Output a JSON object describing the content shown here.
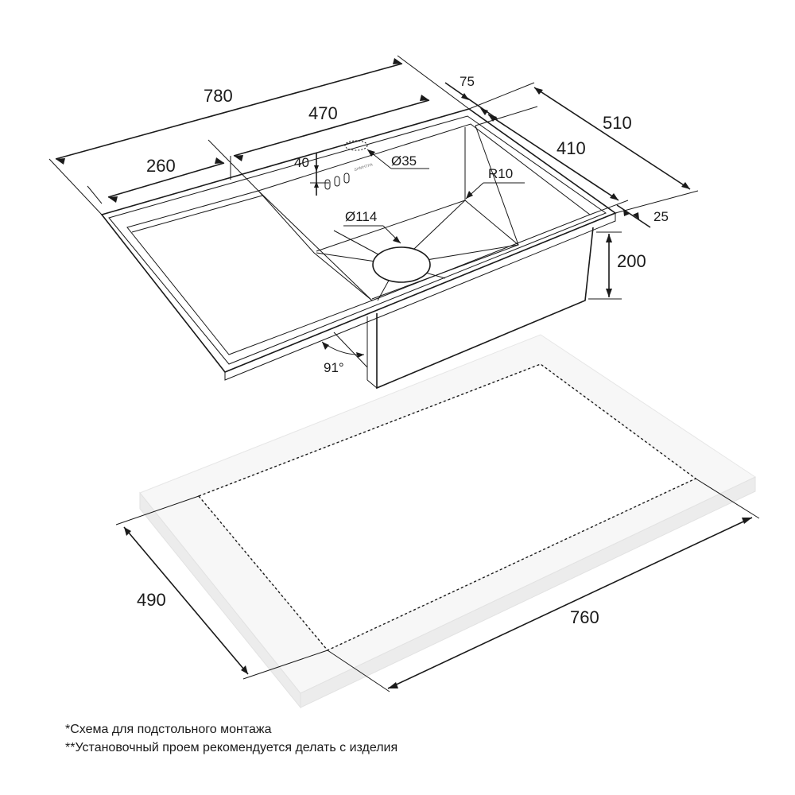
{
  "sink": {
    "dimensions": {
      "overall_length": "780",
      "bowl_length": "470",
      "drainer_width": "260",
      "overall_depth": "510",
      "bowl_depth": "410",
      "rim_back": "75",
      "rim_front": "25",
      "bowl_height": "200",
      "tap_hole_offset": "40",
      "tap_hole_diameter": "Ø35",
      "drain_diameter": "Ø114",
      "corner_radius": "R10",
      "wall_angle": "91°"
    },
    "label_text": "ΔΗΜΗΤΡΑ"
  },
  "cutout": {
    "dimensions": {
      "depth": "490",
      "length": "760"
    }
  },
  "notes": [
    "*Схема для подстольного монтажа",
    "**Установочный проем рекомендуется делать с изделия"
  ],
  "colors": {
    "line": "#1a1a1a",
    "countertop_fill": "#f7f7f7",
    "countertop_edge": "#dedede"
  }
}
